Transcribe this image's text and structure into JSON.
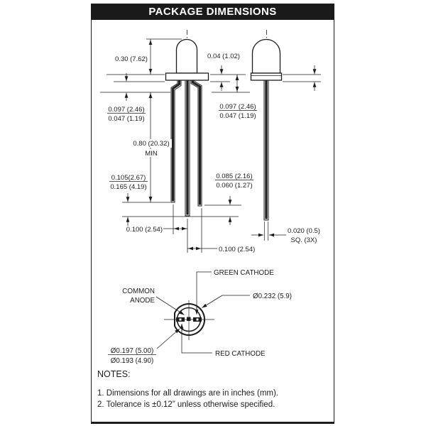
{
  "header": {
    "title": "PACKAGE DIMENSIONS"
  },
  "front_view": {
    "body_height": "0.30 (7.62)",
    "flange_thickness": "0.04 (1.02)",
    "standoff_left_max": "0.097 (2.46)",
    "standoff_left_min": "0.047 (1.19)",
    "standoff_right_max": "0.097 (2.46)",
    "standoff_right_min": "0.047 (1.19)",
    "lead_length_min": "0.80 (20.32)",
    "lead_length_note": "MIN",
    "tip_left_max": "0.105(2.67)",
    "tip_left_min": "0.165 (4.19)",
    "tip_right_max": "0.085 (2.16)",
    "tip_right_min": "0.060 (1.27)",
    "pitch_left": "0.100 (2.54)",
    "pitch_right": "0.100 (2.54)",
    "lead_cross_section": "0.020 (0.5)",
    "lead_cross_section_note": "SQ. (3X)"
  },
  "bottom_view": {
    "green_cathode": "GREEN CATHODE",
    "common_anode_line1": "COMMON",
    "common_anode_line2": "ANODE",
    "flange_diameter": "Ø0.232 (5.9)",
    "body_diameter_max": "Ø0.197 (5.00)",
    "body_diameter_min": "Ø0.193 (4.90)",
    "red_cathode": "RED CATHODE"
  },
  "notes": {
    "heading": "NOTES:",
    "items": [
      "1. Dimensions for all drawings are in inches (mm).",
      "2. Tolerance is ±0.12” unless otherwise specified."
    ]
  },
  "colors": {
    "header_bg": "#1a1a1a",
    "line": "#1c1c1c"
  }
}
